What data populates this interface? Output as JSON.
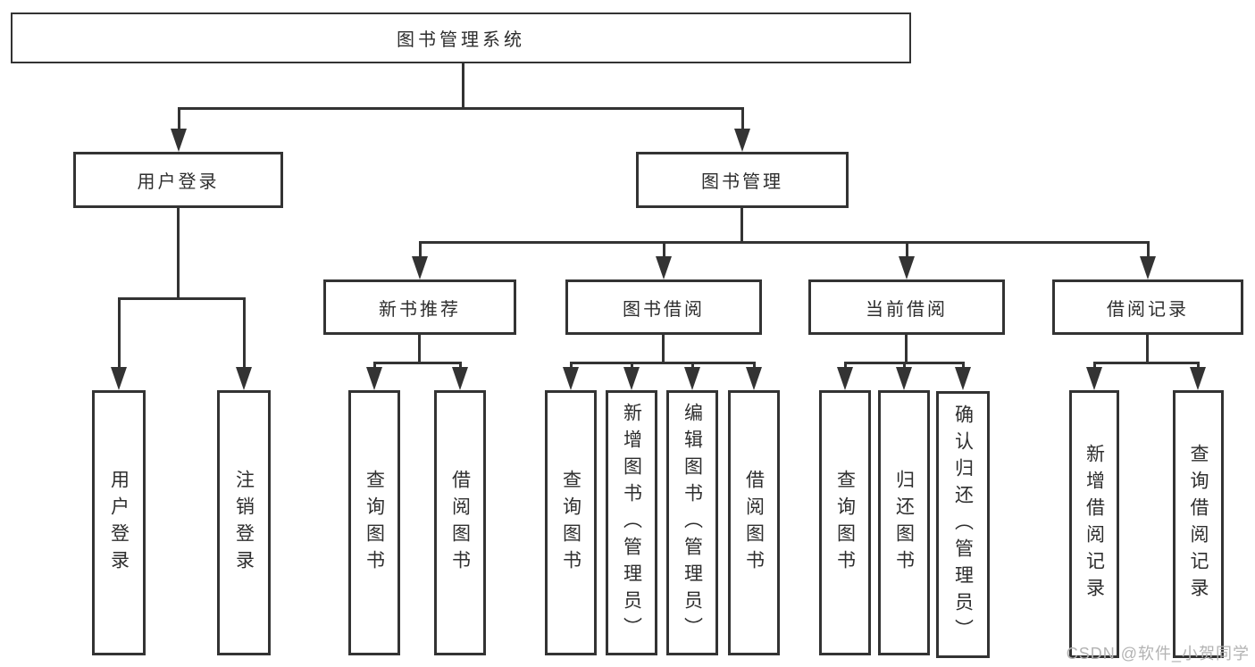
{
  "diagram_type": "hierarchy-tree",
  "colors": {
    "line": "#333333",
    "box_border": "#333333",
    "box_background": "#ffffff",
    "text": "#2e2e2e",
    "watermark": "#b3b3b3"
  },
  "tree": {
    "label": "图书管理系统",
    "children": [
      {
        "label": "用户登录",
        "children": [
          {
            "label": "用户登录"
          },
          {
            "label": "注销登录"
          }
        ]
      },
      {
        "label": "图书管理",
        "children": [
          {
            "label": "新书推荐",
            "children": [
              {
                "label": "查询图书"
              },
              {
                "label": "借阅图书"
              }
            ]
          },
          {
            "label": "图书借阅",
            "children": [
              {
                "label": "查询图书"
              },
              {
                "label": "新增图书（管理员）"
              },
              {
                "label": "编辑图书（管理员）"
              },
              {
                "label": "借阅图书"
              }
            ]
          },
          {
            "label": "当前借阅",
            "children": [
              {
                "label": "查询图书"
              },
              {
                "label": "归还图书"
              },
              {
                "label": "确认归还（管理员）"
              }
            ]
          },
          {
            "label": "借阅记录",
            "children": [
              {
                "label": "新增借阅记录"
              },
              {
                "label": "查询借阅记录"
              }
            ]
          }
        ]
      }
    ]
  },
  "watermark": {
    "text": "CSDN @软件_小贺同学"
  }
}
